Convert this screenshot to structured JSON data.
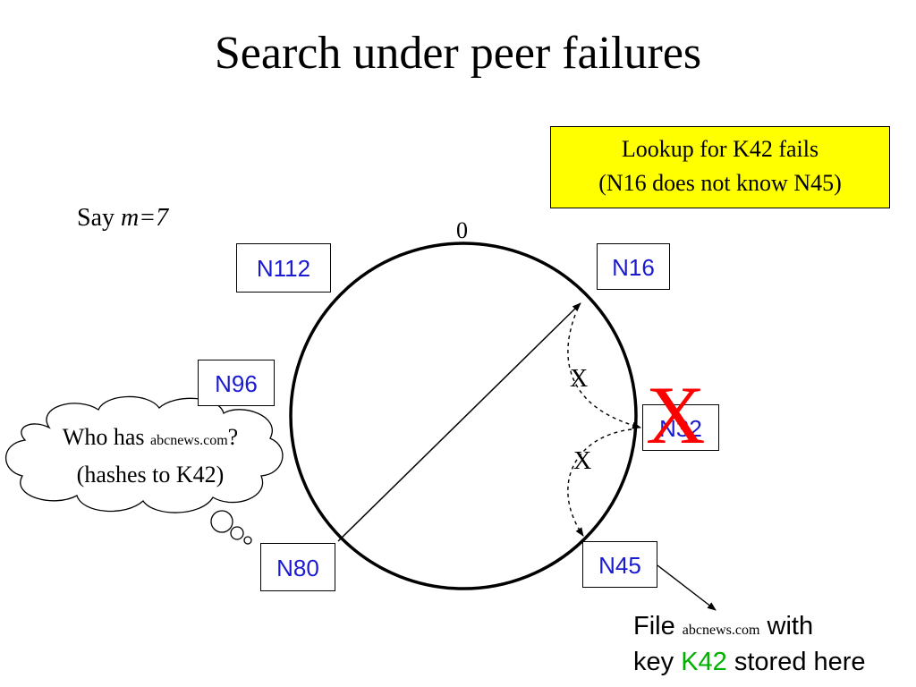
{
  "title": "Search under peer failures",
  "callout": {
    "line1": "Lookup for K42 fails",
    "line2": "(N16 does not know N45)"
  },
  "say_label": {
    "prefix": "Say ",
    "value": "m=7"
  },
  "ring_zero_label": "0",
  "nodes": {
    "n112": "N112",
    "n16": "N16",
    "n96": "N96",
    "n32": "N32",
    "n80": "N80",
    "n45": "N45"
  },
  "thought_bubble": {
    "line1_prefix": "Who has ",
    "line1_domain": "abcnews.com",
    "line1_suffix": "?",
    "line2": "(hashes to K42)"
  },
  "failure_marks": {
    "upper": "X",
    "lower": "X",
    "failed_node": "X"
  },
  "storage_note": {
    "file_word": "File ",
    "domain": "abcnews.com",
    "with_word": " with",
    "key_word": "key ",
    "key_value": "K42",
    "stored_here": " stored here"
  },
  "colors": {
    "callout_background": "#ffff00",
    "node_text": "#1a1ad0",
    "failure_mark": "#ff0000",
    "key_highlight": "#00b000"
  }
}
